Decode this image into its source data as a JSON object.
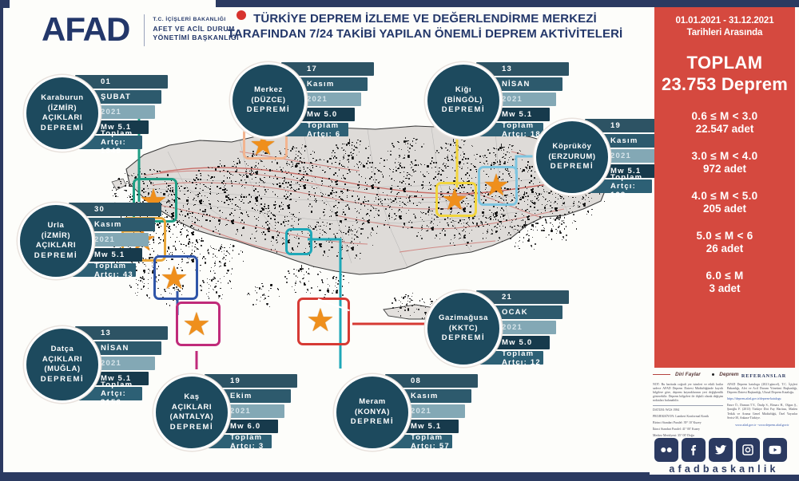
{
  "header": {
    "logo_mark": "AFAD",
    "logo_sub_line1": "T.C. İÇİŞLERİ BAKANLIĞI",
    "logo_sub_line2": "AFET VE ACİL DURUM",
    "logo_sub_line3": "YÖNETİMİ BAŞKANLIĞI",
    "title_line1": "TÜRKİYE DEPREM İZLEME VE DEĞERLENDİRME MERKEZİ",
    "title_line2": "TARAFINDAN 7/24 TAKİBİ YAPILAN ÖNEMLİ DEPREM AKTİVİTELERİ"
  },
  "stats_panel": {
    "date_line1": "01.01.2021 - 31.12.2021",
    "date_line2": "Tarihleri Arasında",
    "total_label": "TOPLAM",
    "total_value": "23.753 Deprem",
    "accent_color": "#d5493f",
    "groups": [
      {
        "range": "0.6 ≤ M < 3.0",
        "count": "22.547 adet"
      },
      {
        "range": "3.0 ≤ M < 4.0",
        "count": "972 adet"
      },
      {
        "range": "4.0 ≤ M < 5.0",
        "count": "205 adet"
      },
      {
        "range": "5.0 ≤ M < 6",
        "count": "26 adet"
      },
      {
        "range": "6.0 ≤ M",
        "count": "3 adet"
      }
    ]
  },
  "legend": {
    "faults_label": "Diri Faylar",
    "quake_label": "Deprem",
    "references_title": "REFERANSLAR",
    "note_text": "NOT: Bu haritada coğrafi yer isimleri ve etkili hatlar sadece AFAD Deprem Dairesi Müdürlüğünde kayıtlı bilgilere göre, deprem kaynaklarının yeri değişkenlik gösterebilir. Deprem bölgeleri ile ilişkili olarak değişim noktaları bulunabilir.",
    "projection_line1": "DATUM: WGS 1984",
    "projection_line2": "PROJEKSİYON: Lambert Konformal Konik",
    "projection_line3": "Birinci Standart Paralel: 39° 10' Kuzey",
    "projection_line4": "İkinci Standart Paralel: 41° 00' Kuzey",
    "projection_line5": "Merkez Meridyeni: 35° 00' Doğu",
    "ref_text1": "AFAD Deprem katalogu (2021-güncel), T.C. İçişleri Bakanlığı, Afet ve Acil Durum Yönetimi Başkanlığı, Deprem Dairesi Başkanlığı, Ulusal Deprem Kataloğu.",
    "ref_link1": "https://deprem.afad.gov.tr/deprem-katalogu",
    "ref_text2": "Emre Ö., Duman T.Y., Özalp S., Elmacı H., Olgun Ş., Şaroğlu F. (2013) Türkiye Diri Fay Haritası, Maden Tetkik ve Arama Genel Müdürlüğü, Özel Yayınlar Serisi-30, Ankara-Türkiye.",
    "ref_link2": "www.afad.gov.tr   -   www.deprem.afad.gov.tr",
    "social_handle": "afadbaskanlik",
    "social_icons": [
      "flickr-icon",
      "facebook-icon",
      "twitter-icon",
      "instagram-icon",
      "youtube-icon"
    ]
  },
  "earthquakes": [
    {
      "id": "karaburun",
      "name_lines": [
        "Karaburun",
        "(İZMİR)",
        "AÇIKLARI",
        "DEPREMİ"
      ],
      "day": "01",
      "month": "ŞUBAT",
      "year": "2021",
      "magnitude": "Mw 5.1",
      "aftershocks": "Toplam Artçı: 1349",
      "box_color": "#1f9e84"
    },
    {
      "id": "urla",
      "name_lines": [
        "Urla",
        "(İZMİR)",
        "AÇIKLARI",
        "DEPREMİ"
      ],
      "day": "30",
      "month": "Kasım",
      "year": "2021",
      "magnitude": "Mw 5.1",
      "aftershocks": "Toplam Artçı: 43",
      "box_color": "#e8a63a"
    },
    {
      "id": "datca",
      "name_lines": [
        "Datça",
        "AÇIKLARI",
        "(MUĞLA)",
        "DEPREMİ"
      ],
      "day": "13",
      "month": "NİSAN",
      "year": "2021",
      "magnitude": "Mw 5.1",
      "aftershocks": "Toplam Artçı: 3156",
      "box_color": "#2f55a8"
    },
    {
      "id": "kas",
      "name_lines": [
        "Kaş",
        "AÇIKLARI",
        "(ANTALYA)",
        "DEPREMİ"
      ],
      "day": "19",
      "month": "Ekim",
      "year": "2021",
      "magnitude": "Mw 6.0",
      "aftershocks": "Toplam Artçı: 3",
      "box_color": "#c02b7a"
    },
    {
      "id": "merkez-duzce",
      "name_lines": [
        "Merkez",
        "(DÜZCE)",
        "DEPREMİ"
      ],
      "day": "17",
      "month": "Kasım",
      "year": "2021",
      "magnitude": "Mw 5.0",
      "aftershocks": "Toplam Artçı: 6",
      "box_color": "#f2b48f"
    },
    {
      "id": "kigi-bingol",
      "name_lines": [
        "Kiğı",
        "(BİNGÖL)",
        "DEPREMİ"
      ],
      "day": "13",
      "month": "NİSAN",
      "year": "2021",
      "magnitude": "Mw 5.1",
      "aftershocks": "Toplam Artçı: 18",
      "box_color": "#f2d53c"
    },
    {
      "id": "koprukoy-erzurum",
      "name_lines": [
        "Köprüköy",
        "(ERZURUM)",
        "DEPREMİ"
      ],
      "day": "19",
      "month": "Kasım",
      "year": "2021",
      "magnitude": "Mw 5.1",
      "aftershocks": "Toplam Artçı: 109",
      "box_color": "#7ec5e0"
    },
    {
      "id": "gazimagusa-kktc",
      "name_lines": [
        "Gazimağusa",
        "(KKTC)",
        "DEPREMİ"
      ],
      "day": "21",
      "month": "OCAK",
      "year": "2021",
      "magnitude": "Mw 5.0",
      "aftershocks": "Toplam Artçı: 12",
      "box_color": "#d63a34"
    },
    {
      "id": "meram-konya",
      "name_lines": [
        "Meram",
        "(KONYA)",
        "DEPREMİ"
      ],
      "day": "08",
      "month": "Kasım",
      "year": "2021",
      "magnitude": "Mw 5.1",
      "aftershocks": "Toplam Artçı: 57",
      "box_color": "#1fa8b8"
    }
  ]
}
